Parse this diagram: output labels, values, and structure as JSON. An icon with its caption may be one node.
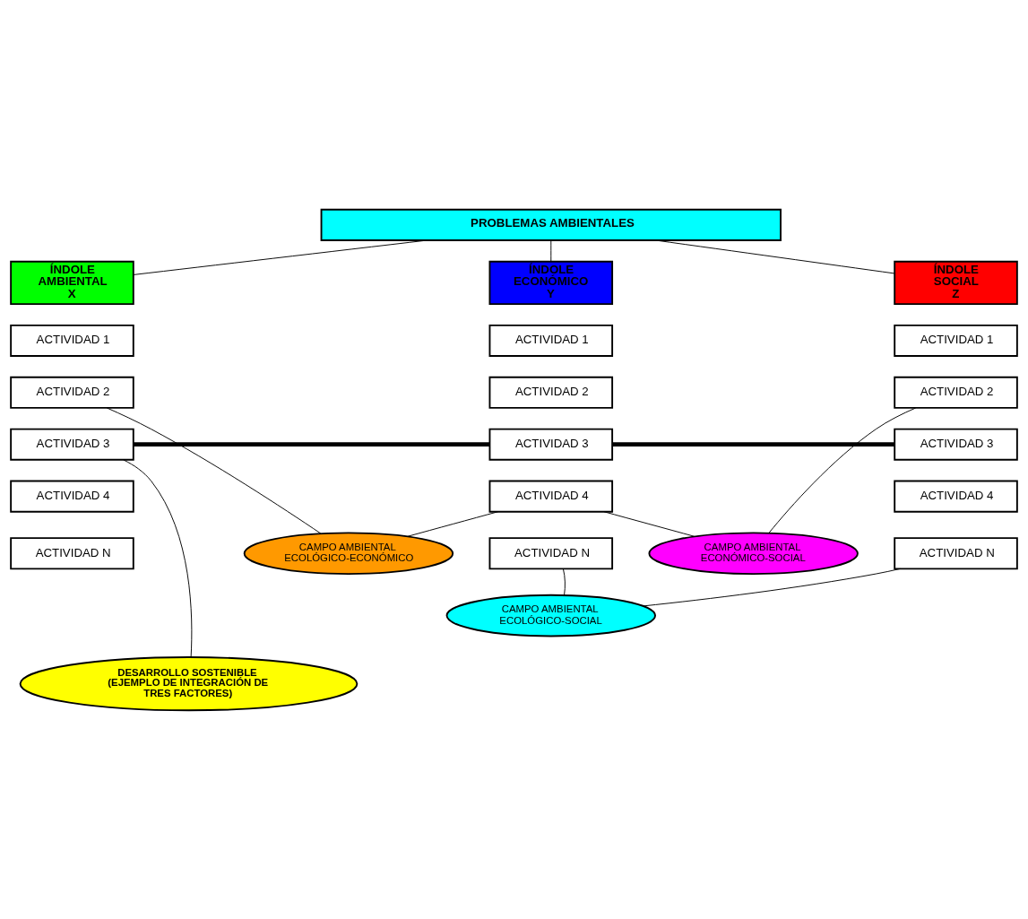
{
  "diagram": {
    "nodes": [
      {
        "text": [
          "PROBLEMAS AMBIENTALES"
        ]
      },
      {
        "text": [
          "ÍNDOLE AMBIENTAL X"
        ]
      },
      {
        "text": [
          "ÍNDOLE ECONÓMICO Y"
        ]
      },
      {
        "text": [
          "ÍNDOLE SOCIAL Z"
        ]
      },
      {
        "text": [
          "ACTIVIDAD 1"
        ]
      },
      {
        "text": [
          "ACTIVIDAD 2"
        ]
      },
      {
        "text": [
          "ACTIVIDAD 3"
        ]
      },
      {
        "text": [
          "ACTIVIDAD 4"
        ]
      },
      {
        "text": [
          "ACTIVIDAD N"
        ]
      },
      {
        "text": [
          "ACTIVIDAD 1"
        ]
      },
      {
        "text": [
          "ACTIVIDAD 2"
        ]
      },
      {
        "text": [
          "ACTIVIDAD 3"
        ]
      },
      {
        "text": [
          "ACTIVIDAD 4"
        ]
      },
      {
        "text": [
          "ACTIVIDAD N"
        ]
      },
      {
        "text": [
          "ACTIVIDAD 1"
        ]
      },
      {
        "text": [
          "ACTIVIDAD 2"
        ]
      },
      {
        "text": [
          "ACTIVIDAD 3"
        ]
      },
      {
        "text": [
          "ACTIVIDAD 4"
        ]
      },
      {
        "text": [
          "ACTIVIDAD N"
        ]
      },
      {
        "text": [
          "CAMPO AMBIENTAL ECOLÓGICO-ECONÓMICO"
        ]
      },
      {
        "text": [
          "CAMPO AMBIENTAL ECONÓMICO-SOCIAL"
        ]
      },
      {
        "text": [
          "CAMPO AMBIENTAL ECOLÓGICO-SOCIAL"
        ]
      },
      {
        "text": [
          "DESARROLLO SOSTENIBLE (EJEMPLO DE INTEGRACIÓN DE TRES FACTORES)"
        ]
      }
    ],
    "edges": [
      {
        "from": 0,
        "to": 1,
        "arrow": "none"
      },
      {
        "from": 0,
        "to": 2,
        "arrow": "none"
      },
      {
        "from": 0,
        "to": 3,
        "arrow": "none"
      },
      {
        "from": 6,
        "to": 11,
        "arrow": "none",
        "style": "thick"
      },
      {
        "from": 11,
        "to": 16,
        "arrow": "none",
        "style": "thick"
      },
      {
        "from": 5,
        "to": 19,
        "arrow": "none"
      },
      {
        "from": 12,
        "to": 19,
        "arrow": "none"
      },
      {
        "from": 12,
        "to": 20,
        "arrow": "none"
      },
      {
        "from": 15,
        "to": 20,
        "arrow": "none"
      },
      {
        "from": 13,
        "to": 21,
        "arrow": "none"
      },
      {
        "from": 18,
        "to": 21,
        "arrow": "none"
      },
      {
        "from": 6,
        "to": 22,
        "arrow": "none"
      }
    ]
  }
}
